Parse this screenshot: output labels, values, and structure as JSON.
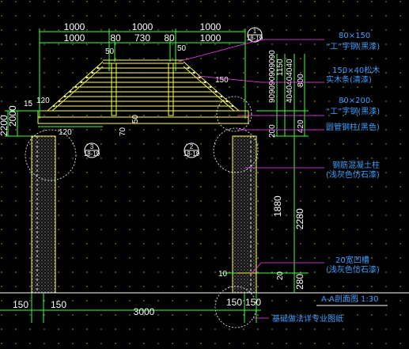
{
  "dimensions": {
    "top_row1": [
      "1000",
      "1000",
      "1000"
    ],
    "top_row2": [
      "1000",
      "80",
      "730",
      "80",
      "1000"
    ],
    "small_50_left": "50",
    "small_50_right": "50",
    "rafter_150": "150",
    "left_15": "15",
    "left_120": "120",
    "left_2200": "2200",
    "left_2000": "2000",
    "beam_120": "120",
    "beam_70": "70",
    "beam_50": "50",
    "right_stack": [
      "90",
      "90",
      "90",
      "90",
      "90",
      "90",
      "40",
      "40",
      "40",
      "40",
      "40"
    ],
    "right_1150": "1150",
    "right_800": "800",
    "right_200": "200",
    "right_420": "420",
    "right_1880": "1880",
    "right_2280": "2280",
    "right_280": "280",
    "right_20": "20",
    "right_10": "10",
    "bottom_150_l1": "150",
    "bottom_150_l2": "150",
    "bottom_3000": "3000",
    "bottom_150_r1": "150",
    "bottom_150_r2": "150"
  },
  "notes": [
    "80×150",
    "“工”字钢(黑漆)",
    "150×40松木",
    "实木条(清漆)",
    "80×200",
    "“工”字钢(黑漆)",
    "圆管钢柱(黑色)",
    "钢筋混凝土柱",
    "(浅灰色仿石漆)",
    "20宽凹槽",
    "(浅灰色仿石漆)"
  ],
  "bubbles": [
    {
      "num": "1",
      "ref": "18-19"
    },
    {
      "num": "3",
      "ref": "18-19"
    },
    {
      "num": "2",
      "ref": "18-19"
    }
  ],
  "drawing_title": "A-A剖面图  1:30",
  "footer_note": "基础做法详专业图纸",
  "colors": {
    "background": "#000000",
    "dimension": "#40ff40",
    "structure": "#ffff40",
    "text": "#ffffff",
    "note": "#3fa0ff",
    "leader": "#ff40ff"
  }
}
